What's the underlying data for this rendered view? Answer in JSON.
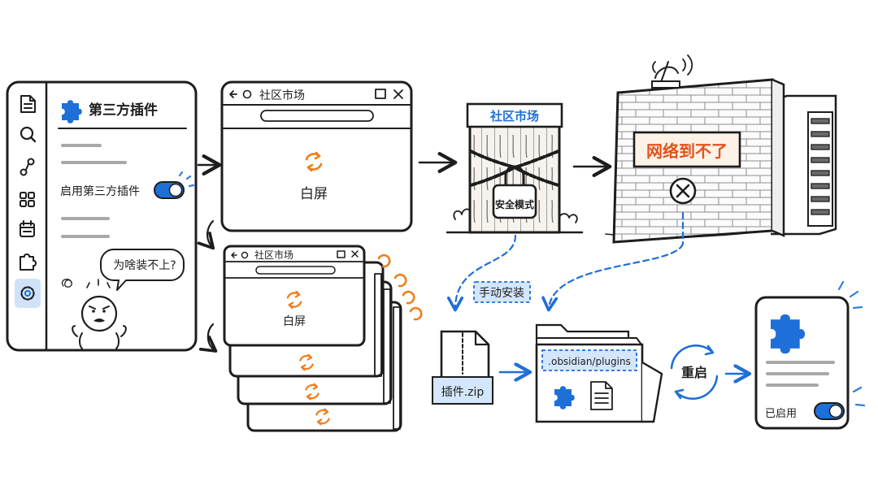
{
  "left_panel": {
    "title": "第三方插件",
    "toggle_label": "启用第三方插件",
    "speech": "为啥装不上?",
    "sidebar_icons": [
      "file-icon",
      "search-icon",
      "graph-icon",
      "grid-icon",
      "calendar-icon",
      "puzzle-icon",
      "gear-icon"
    ]
  },
  "market_window": {
    "title": "社区市场",
    "body": "白屏"
  },
  "stack_window": {
    "title": "社区市场",
    "body": "白屏"
  },
  "gate": {
    "sign": "社区市场",
    "lock": "安全模式"
  },
  "wall": {
    "sign": "网络到不了"
  },
  "manual": {
    "label": "手动安装",
    "zip": "插件.zip",
    "folder_path": ".obsidian/plugins",
    "restart": "重启"
  },
  "result": {
    "enabled_label": "已启用"
  },
  "colors": {
    "ink": "#1d1d1d",
    "accent_blue": "#1f6fd8",
    "spinner_orange": "#f07e1c",
    "label_bg": "#d4e6fb"
  }
}
